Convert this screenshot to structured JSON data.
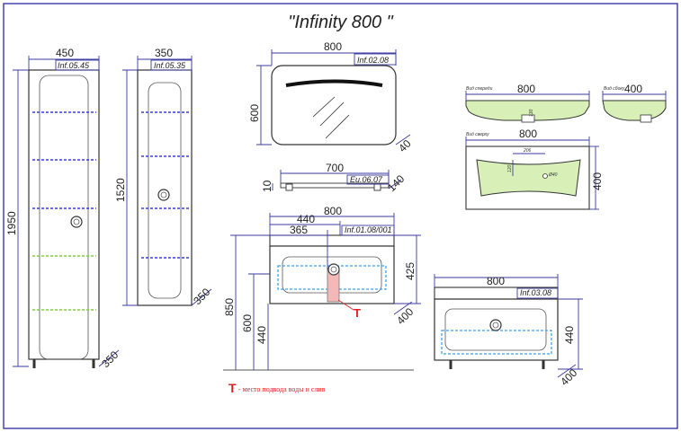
{
  "title": "\"Infinity 800 \"",
  "column_450": {
    "width": "450",
    "code": "Inf.05.45",
    "height": "1950",
    "depth": "350"
  },
  "column_350": {
    "width": "350",
    "code": "Inf.05.35",
    "height": "1520",
    "depth": "350"
  },
  "mirror": {
    "width": "800",
    "code": "Inf.02.08",
    "height": "600",
    "depth": "40"
  },
  "shelf": {
    "width": "700",
    "code": "Eu.06.07",
    "height": "10",
    "depth": "140"
  },
  "basin": {
    "front_label": "Вид спереди",
    "front_width": "800",
    "side_label": "Вид сбоку",
    "side_width": "400",
    "top_label": "Вид сверху",
    "top_width": "800",
    "top_depth": "400",
    "front_inner_dim": "130",
    "top_dim_a": "120",
    "top_dim_b": "206",
    "top_dim_c": "Ø40"
  },
  "vanity": {
    "width": "800",
    "inner_width": "440",
    "drain_offset": "365",
    "code": "Inf.01.08/001",
    "height": "425",
    "depth": "400",
    "floor_850": "850",
    "floor_600": "600",
    "floor_440": "440"
  },
  "vanity_alt": {
    "width": "800",
    "code": "Inf.03.08",
    "height": "440",
    "depth": "400"
  },
  "legend": {
    "marker": "Т",
    "text": "- место подвода воды и слив"
  },
  "colors": {
    "frame": "#2a2aa0",
    "shelf_blue": "#3a3aee",
    "shelf_green": "#7fcf3a",
    "marker_red": "#e02020",
    "cyan": "#3aa0ee"
  }
}
